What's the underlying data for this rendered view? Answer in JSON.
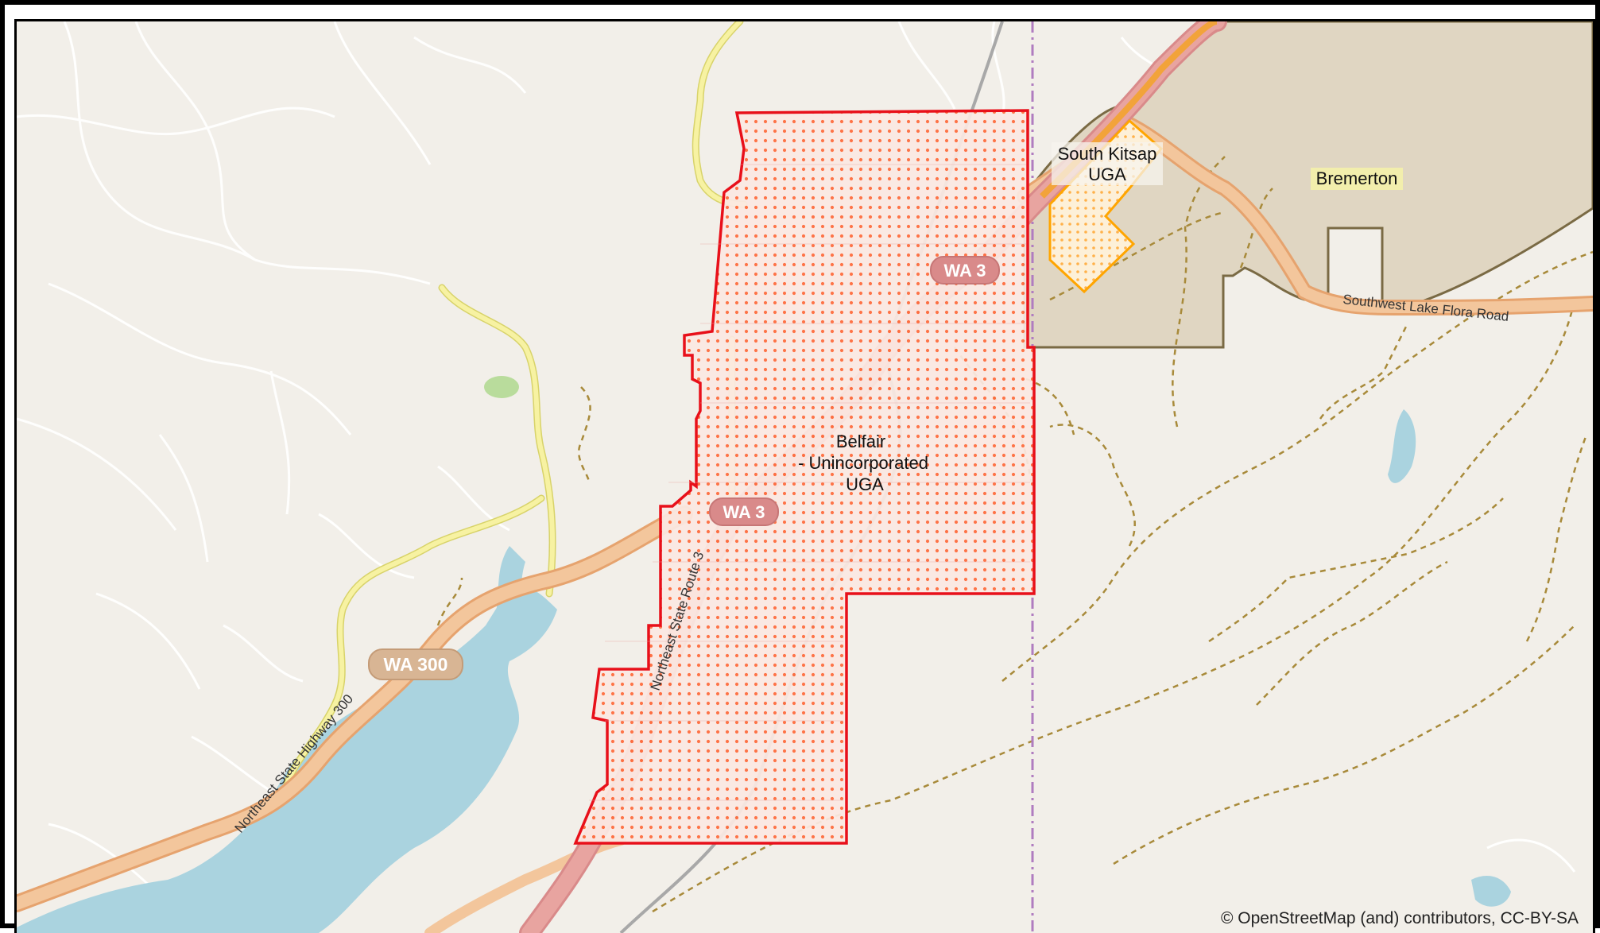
{
  "labels": {
    "belfair_line1": "Belfair",
    "belfair_line2": "- Unincorporated",
    "belfair_line3": "UGA",
    "south_kitsap_line1": "South Kitsap",
    "south_kitsap_line2": "UGA",
    "bremerton": "Bremerton"
  },
  "roads": {
    "wa3_upper_shield": "WA 3",
    "wa3_lower_shield": "WA 3",
    "wa300_shield": "WA 300",
    "route3_label": "Northeast State Route 3",
    "highway300_label": "Northeast State Highway 300",
    "lake_flora_label": "Southwest Lake Flora Road"
  },
  "attribution": "© OpenStreetMap (and) contributors, CC-BY-SA",
  "colors": {
    "background": "#f2efe9",
    "water": "#aad3df",
    "city_area": "#e0d6c2",
    "city_border": "#7a6a44",
    "uga_outline": "#e8101a",
    "uga_dots": "#ff6a3a",
    "south_kitsap_outline": "#ffa500",
    "state_highway": "#f0b27e",
    "secondary_road": "#f5f0a6",
    "trail": "#a88a3a",
    "boundary": "#b07cc0"
  }
}
